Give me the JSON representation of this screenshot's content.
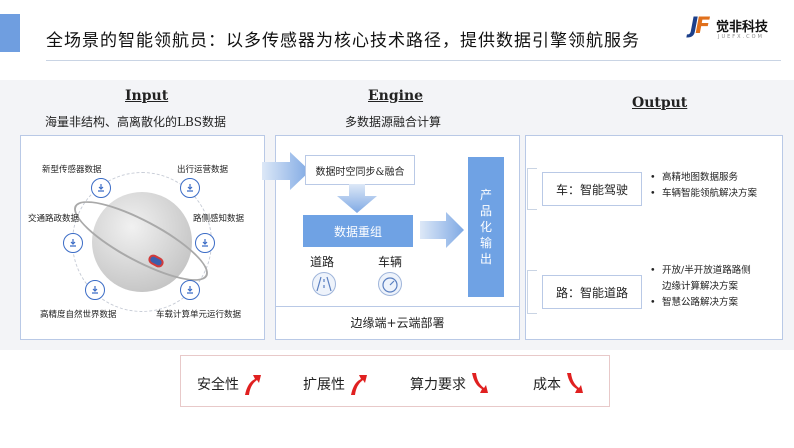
{
  "header": {
    "title": "全场景的智能领航员：以多传感器为核心技术路径，提供数据引擎领航服务",
    "logo_name": "觉非科技",
    "logo_sub": "JUEFX.COM"
  },
  "input": {
    "heading": "Input",
    "subtitle": "海量非结构、高离散化的LBS数据",
    "nodes": [
      {
        "label": "新型传感器数据",
        "icon": "sensor-icon"
      },
      {
        "label": "出行运营数据",
        "icon": "sensor-icon"
      },
      {
        "label": "交通路政数据",
        "icon": "sensor-icon"
      },
      {
        "label": "路侧感知数据",
        "icon": "sensor-icon"
      },
      {
        "label": "高精度自然世界数据",
        "icon": "sensor-icon"
      },
      {
        "label": "车载计算单元运行数据",
        "icon": "sensor-icon"
      }
    ]
  },
  "engine": {
    "heading": "Engine",
    "subtitle": "多数据源融合计算",
    "sync_label": "数据时空同步&融合",
    "recon_label": "数据重组",
    "road_label": "道路",
    "vehicle_label": "车辆",
    "deploy_label": "边缘端+云端部署",
    "product_label": [
      "产",
      "品",
      "化",
      "输",
      "出"
    ]
  },
  "output": {
    "heading": "Output",
    "car": {
      "label": "车：智能驾驶",
      "items": [
        "高精地图数据服务",
        "车辆智能领航解决方案"
      ]
    },
    "road": {
      "label": "路：智能道路",
      "items": [
        "开放/半开放道路路侧",
        "边缘计算解决方案",
        "智慧公路解决方案"
      ]
    }
  },
  "summary": {
    "items": [
      {
        "label": "安全性",
        "trend": "up"
      },
      {
        "label": "扩展性",
        "trend": "up"
      },
      {
        "label": "算力要求",
        "trend": "down"
      },
      {
        "label": "成本",
        "trend": "down"
      }
    ],
    "colors": {
      "arrow": "#e02020"
    }
  }
}
